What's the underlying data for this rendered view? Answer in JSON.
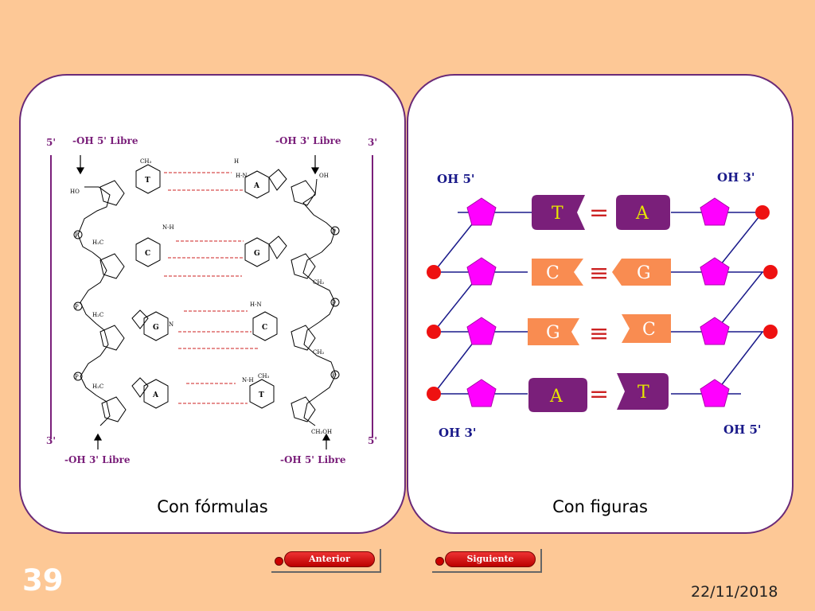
{
  "left_panel": {
    "caption": "Con fórmulas",
    "strand_labels": {
      "top_left": "5'",
      "top_right": "3'",
      "bottom_left": "3'",
      "bottom_right": "5'"
    },
    "end_labels": {
      "top_left": "-OH 5' Libre",
      "top_right": "-OH 3' Libre",
      "bottom_left": "-OH 3' Libre",
      "bottom_right": "-OH 5' Libre"
    },
    "base_pairs": [
      {
        "left": "T",
        "right": "A"
      },
      {
        "left": "C",
        "right": "G"
      },
      {
        "left": "G",
        "right": "C"
      },
      {
        "left": "A",
        "right": "T"
      }
    ]
  },
  "right_panel": {
    "caption": "Con figuras",
    "end_labels": {
      "top_left": "OH 5'",
      "top_right": "OH 3'",
      "bottom_left": "OH 3'",
      "bottom_right": "OH 5'"
    },
    "pairs": [
      {
        "left": "T",
        "right": "A",
        "bond": "="
      },
      {
        "left": "C",
        "right": "G",
        "bond": "≡"
      },
      {
        "left": "G",
        "right": "C",
        "bond": "≡"
      },
      {
        "left": "A",
        "right": "T",
        "bond": "="
      }
    ]
  },
  "nav": {
    "prev_label": "Anterior",
    "next_label": "Siguiente"
  },
  "slide_number": "39",
  "date": "22/11/2018",
  "colors": {
    "background": "#fdc896",
    "purple": "#7a1f7a",
    "orange": "#f98c51",
    "magenta": "#ff00ff",
    "red": "#ee1111",
    "bond_red": "#cc2222"
  }
}
